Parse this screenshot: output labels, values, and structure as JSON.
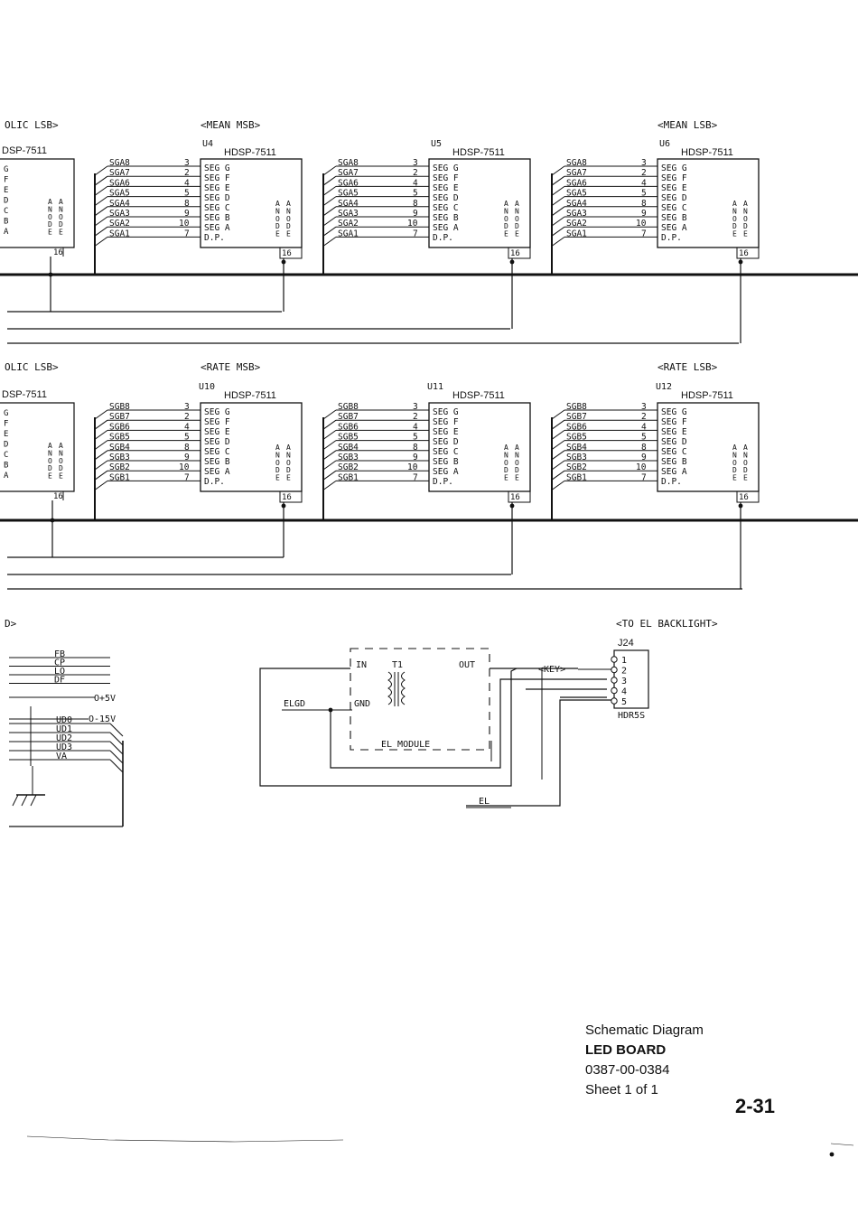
{
  "rows": [
    {
      "left_label": "OLIC LSB>",
      "group_labels": [
        "<MEAN MSB>",
        "<MEAN LSB>"
      ],
      "partial_chip": {
        "part": "DSP-7511",
        "seg_letters": [
          "G",
          "F",
          "E",
          "D",
          "C",
          "B",
          "A"
        ]
      },
      "chips": [
        {
          "ref": "U4",
          "part": "HDSP-7511"
        },
        {
          "ref": "U5",
          "part": "HDSP-7511"
        },
        {
          "ref": "U6",
          "part": "HDSP-7511"
        }
      ],
      "signals": [
        "SGA8",
        "SGA7",
        "SGA6",
        "SGA5",
        "SGA4",
        "SGA3",
        "SGA2",
        "SGA1"
      ],
      "pins": [
        "3",
        "2",
        "4",
        "5",
        "8",
        "9",
        "10",
        "7"
      ],
      "segs": [
        "SEG G",
        "SEG F",
        "SEG E",
        "SEG D",
        "SEG C",
        "SEG B",
        "SEG A",
        "D.P."
      ],
      "anode_cols": [
        "ANODE",
        "ANODE"
      ],
      "anode_pins": "1 6"
    },
    {
      "left_label": "OLIC LSB>",
      "group_labels": [
        "<RATE MSB>",
        "<RATE LSB>"
      ],
      "partial_chip": {
        "part": "DSP-7511",
        "seg_letters": [
          "G",
          "F",
          "E",
          "D",
          "C",
          "B",
          "A"
        ]
      },
      "chips": [
        {
          "ref": "U10",
          "part": "HDSP-7511"
        },
        {
          "ref": "U11",
          "part": "HDSP-7511"
        },
        {
          "ref": "U12",
          "part": "HDSP-7511"
        }
      ],
      "signals": [
        "SGB8",
        "SGB7",
        "SGB6",
        "SGB5",
        "SGB4",
        "SGB3",
        "SGB2",
        "SGB1"
      ],
      "pins": [
        "3",
        "2",
        "4",
        "5",
        "8",
        "9",
        "10",
        "7"
      ],
      "segs": [
        "SEG G",
        "SEG F",
        "SEG E",
        "SEG D",
        "SEG C",
        "SEG B",
        "SEG A",
        "D.P."
      ],
      "anode_cols": [
        "ANODE",
        "ANODE"
      ],
      "anode_pins": "1 6"
    }
  ],
  "bottom": {
    "left_label": "D>",
    "bus_signals": [
      "FB",
      "CP",
      "LO",
      "DF"
    ],
    "supplies": [
      "O+5V",
      "O-15V"
    ],
    "data_signals": [
      "UD0",
      "UD1",
      "UD2",
      "UD3",
      "VA"
    ],
    "el_module": {
      "label": "EL MODULE",
      "transformer": "T1",
      "in": "IN",
      "out": "OUT",
      "gnd": "GND",
      "elgd": "ELGD"
    },
    "connector": {
      "title": "<TO EL BACKLIGHT>",
      "ref": "J24",
      "part": "HDR5S",
      "key": "<KEY>",
      "pins": [
        "1",
        "2",
        "3",
        "4",
        "5"
      ]
    },
    "el_net": "EL"
  },
  "title_block": {
    "line1": "Schematic Diagram",
    "line2": "LED BOARD",
    "line3": "0387-00-0384",
    "line4": "Sheet 1 of 1",
    "page": "2-31"
  }
}
